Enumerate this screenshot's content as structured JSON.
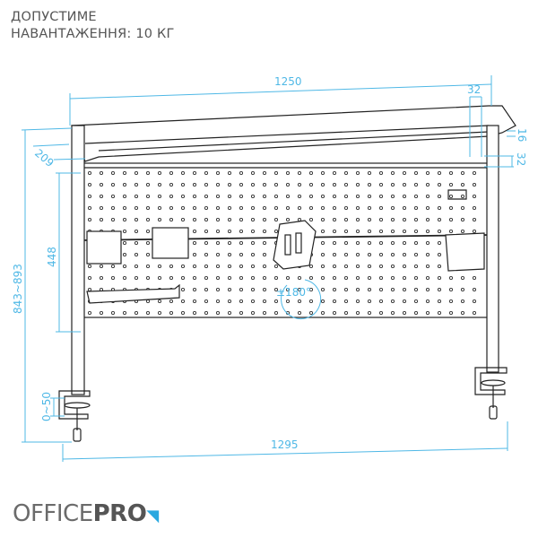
{
  "note": {
    "line1": "ДОПУСТИМЕ",
    "line2": "НАВАНТАЖЕННЯ: 10 КГ"
  },
  "dimensions": {
    "width_top": "1250",
    "width_bottom": "1295",
    "depth": "209",
    "shelf_offset": "32",
    "shelf_thickness": "16",
    "hole_pitch": "32",
    "panel_height": "448",
    "total_height": "843~893",
    "clamp_range": "0~50",
    "rotation": "±180°"
  },
  "logo": {
    "part1": "OFFICE",
    "part2": "PRO",
    "accent_color": "#29a8e0"
  },
  "colors": {
    "dimension": "#4fb8e6",
    "line": "#222222"
  }
}
